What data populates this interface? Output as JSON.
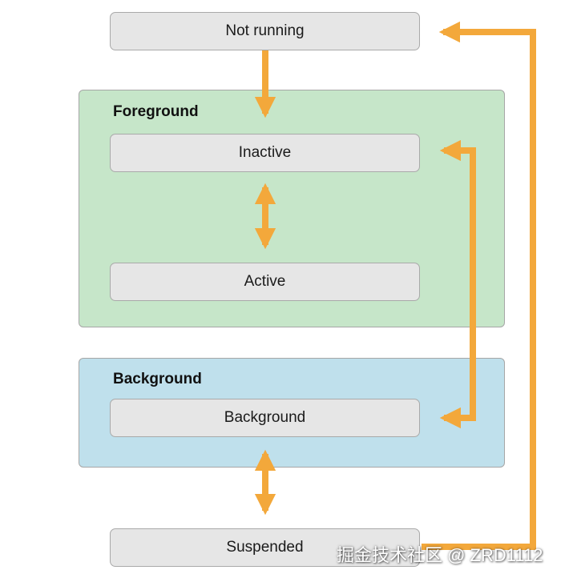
{
  "groups": {
    "foreground": {
      "title": "Foreground"
    },
    "background": {
      "title": "Background"
    }
  },
  "states": {
    "not_running": "Not running",
    "inactive": "Inactive",
    "active": "Active",
    "background": "Background",
    "suspended": "Suspended"
  },
  "colors": {
    "arrow": "#f3a83b",
    "foreground_fill": "#c6e6c9",
    "background_fill": "#bfe0ec",
    "state_fill": "#e6e6e6"
  },
  "watermark": "掘金技术社区 @ ZRD1112"
}
